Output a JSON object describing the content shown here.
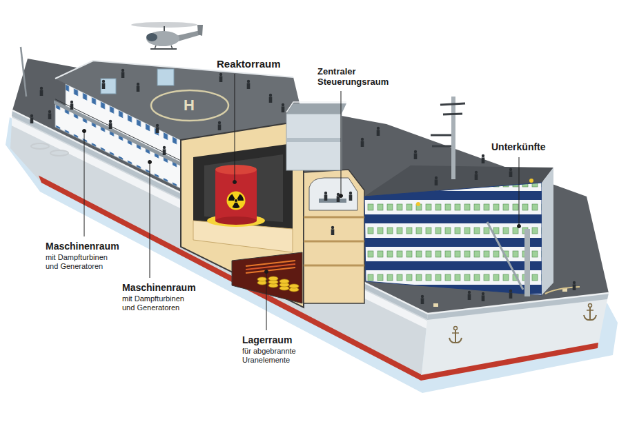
{
  "diagram": {
    "labels": [
      "Reaktorraum",
      "Zentraler Steuerungsraum",
      "Unterkünfte",
      "Maschinenraum",
      "mit Dampfturbinen und Generatoren",
      "Maschinenraum",
      "mit Dampfturbinen und Generatoren",
      "Lagerraum",
      "für abgebrannte Uranelemente",
      "H"
    ]
  }
}
